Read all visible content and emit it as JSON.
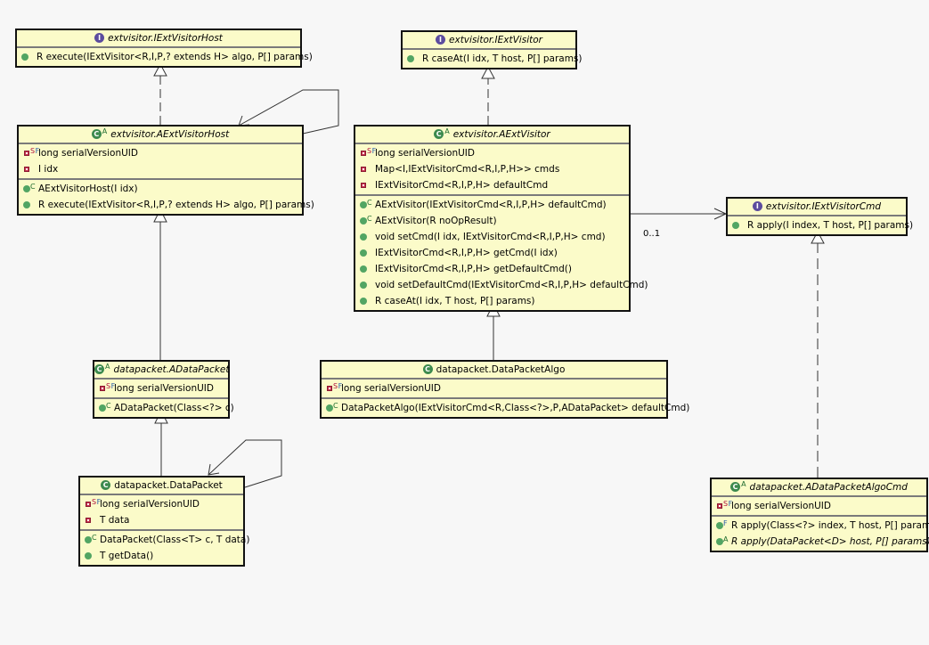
{
  "diagram": {
    "classes": [
      {
        "id": "IExtVisitorHost",
        "stereotype": "interface",
        "stereotype_icon": "interface-icon",
        "stereotype_letter": "I",
        "abstract_mark": "",
        "name": "extvisitor.IExtVisitorHost",
        "italic_name": true,
        "fields": [],
        "methods": [
          {
            "visibility": "public",
            "modifiers": "",
            "text": "R execute(IExtVisitor<R,I,P,? extends H> algo, P[] params)",
            "italic": false
          }
        ]
      },
      {
        "id": "AExtVisitorHost",
        "stereotype": "class",
        "stereotype_icon": "class-icon",
        "stereotype_letter": "C",
        "abstract_mark": "A",
        "name": "extvisitor.AExtVisitorHost",
        "italic_name": true,
        "fields": [
          {
            "visibility": "private",
            "modifiers": "SF",
            "text": "long serialVersionUID"
          },
          {
            "visibility": "private",
            "modifiers": "",
            "text": "I idx"
          }
        ],
        "methods": [
          {
            "visibility": "public",
            "modifiers": "C",
            "text": "AExtVisitorHost(I idx)",
            "italic": false
          },
          {
            "visibility": "public",
            "modifiers": "",
            "text": "R execute(IExtVisitor<R,I,P,? extends H> algo, P[] params)",
            "italic": false
          }
        ]
      },
      {
        "id": "IExtVisitor",
        "stereotype": "interface",
        "stereotype_icon": "interface-icon",
        "stereotype_letter": "I",
        "abstract_mark": "",
        "name": "extvisitor.IExtVisitor",
        "italic_name": true,
        "fields": [],
        "methods": [
          {
            "visibility": "public",
            "modifiers": "",
            "text": "R caseAt(I idx, T host, P[] params)",
            "italic": false
          }
        ]
      },
      {
        "id": "AExtVisitor",
        "stereotype": "class",
        "stereotype_icon": "class-icon",
        "stereotype_letter": "C",
        "abstract_mark": "A",
        "name": "extvisitor.AExtVisitor",
        "italic_name": true,
        "fields": [
          {
            "visibility": "private",
            "modifiers": "SF",
            "text": "long serialVersionUID"
          },
          {
            "visibility": "private",
            "modifiers": "",
            "text": "Map<I,IExtVisitorCmd<R,I,P,H>> cmds"
          },
          {
            "visibility": "private",
            "modifiers": "",
            "text": "IExtVisitorCmd<R,I,P,H> defaultCmd"
          }
        ],
        "methods": [
          {
            "visibility": "public",
            "modifiers": "C",
            "text": "AExtVisitor(IExtVisitorCmd<R,I,P,H> defaultCmd)",
            "italic": false
          },
          {
            "visibility": "public",
            "modifiers": "C",
            "text": "AExtVisitor(R noOpResult)",
            "italic": false
          },
          {
            "visibility": "public",
            "modifiers": "",
            "text": "void setCmd(I idx, IExtVisitorCmd<R,I,P,H> cmd)",
            "italic": false
          },
          {
            "visibility": "public",
            "modifiers": "",
            "text": "IExtVisitorCmd<R,I,P,H> getCmd(I idx)",
            "italic": false
          },
          {
            "visibility": "public",
            "modifiers": "",
            "text": "IExtVisitorCmd<R,I,P,H> getDefaultCmd()",
            "italic": false
          },
          {
            "visibility": "public",
            "modifiers": "",
            "text": "void setDefaultCmd(IExtVisitorCmd<R,I,P,H> defaultCmd)",
            "italic": false
          },
          {
            "visibility": "public",
            "modifiers": "",
            "text": "R caseAt(I idx, T host, P[] params)",
            "italic": false
          }
        ]
      },
      {
        "id": "IExtVisitorCmd",
        "stereotype": "interface",
        "stereotype_icon": "interface-icon",
        "stereotype_letter": "I",
        "abstract_mark": "",
        "name": "extvisitor.IExtVisitorCmd",
        "italic_name": true,
        "fields": [],
        "methods": [
          {
            "visibility": "public",
            "modifiers": "",
            "text": "R apply(I index, T host, P[] params)",
            "italic": false
          }
        ]
      },
      {
        "id": "ADataPacket",
        "stereotype": "class",
        "stereotype_icon": "class-icon",
        "stereotype_letter": "C",
        "abstract_mark": "A",
        "name": "datapacket.ADataPacket",
        "italic_name": true,
        "fields": [
          {
            "visibility": "private",
            "modifiers": "SF",
            "text": "long serialVersionUID"
          }
        ],
        "methods": [
          {
            "visibility": "public",
            "modifiers": "C",
            "text": "ADataPacket(Class<?> c)",
            "italic": false
          }
        ]
      },
      {
        "id": "DataPacketAlgo",
        "stereotype": "class",
        "stereotype_icon": "class-icon",
        "stereotype_letter": "C",
        "abstract_mark": "",
        "name": "datapacket.DataPacketAlgo",
        "italic_name": false,
        "fields": [
          {
            "visibility": "private",
            "modifiers": "SF",
            "text": "long serialVersionUID"
          }
        ],
        "methods": [
          {
            "visibility": "public",
            "modifiers": "C",
            "text": "DataPacketAlgo(IExtVisitorCmd<R,Class<?>,P,ADataPacket> defaultCmd)",
            "italic": false
          }
        ]
      },
      {
        "id": "DataPacket",
        "stereotype": "class",
        "stereotype_icon": "class-icon",
        "stereotype_letter": "C",
        "abstract_mark": "",
        "name": "datapacket.DataPacket",
        "italic_name": false,
        "fields": [
          {
            "visibility": "private",
            "modifiers": "SF",
            "text": "long serialVersionUID"
          },
          {
            "visibility": "private",
            "modifiers": "",
            "text": "T data"
          }
        ],
        "methods": [
          {
            "visibility": "public",
            "modifiers": "C",
            "text": "DataPacket(Class<T> c, T data)",
            "italic": false
          },
          {
            "visibility": "public",
            "modifiers": "",
            "text": "T getData()",
            "italic": false
          }
        ]
      },
      {
        "id": "ADataPacketAlgoCmd",
        "stereotype": "class",
        "stereotype_icon": "class-icon",
        "stereotype_letter": "C",
        "abstract_mark": "A",
        "name": "datapacket.ADataPacketAlgoCmd",
        "italic_name": true,
        "fields": [
          {
            "visibility": "private",
            "modifiers": "SF",
            "text": "long serialVersionUID"
          }
        ],
        "methods": [
          {
            "visibility": "public",
            "modifiers": "F",
            "text": "R apply(Class<?> index, T host, P[] params)",
            "italic": false
          },
          {
            "visibility": "public",
            "modifiers": "A",
            "text": "R apply(DataPacket<D> host, P[] params)",
            "italic": true
          }
        ]
      }
    ],
    "relations": [
      {
        "from": "AExtVisitorHost",
        "to": "IExtVisitorHost",
        "kind": "realization"
      },
      {
        "from": "AExtVisitorHost",
        "to": "AExtVisitorHost",
        "kind": "self-association"
      },
      {
        "from": "AExtVisitor",
        "to": "IExtVisitor",
        "kind": "realization"
      },
      {
        "from": "AExtVisitor",
        "to": "IExtVisitorCmd",
        "kind": "association",
        "multiplicity": "0..1"
      },
      {
        "from": "ADataPacket",
        "to": "AExtVisitorHost",
        "kind": "generalization"
      },
      {
        "from": "DataPacket",
        "to": "ADataPacket",
        "kind": "generalization"
      },
      {
        "from": "DataPacket",
        "to": "DataPacket",
        "kind": "self-association"
      },
      {
        "from": "DataPacketAlgo",
        "to": "AExtVisitor",
        "kind": "generalization"
      },
      {
        "from": "ADataPacketAlgoCmd",
        "to": "IExtVisitorCmd",
        "kind": "realization"
      }
    ],
    "colors": {
      "box_fill": "#fbfbc9",
      "box_border": "#111111",
      "public_icon": "#52a563",
      "private_icon": "#c7324d",
      "interface_icon": "#5c4c9e",
      "class_icon": "#3d8a4e",
      "background": "#f7f7f7"
    }
  }
}
